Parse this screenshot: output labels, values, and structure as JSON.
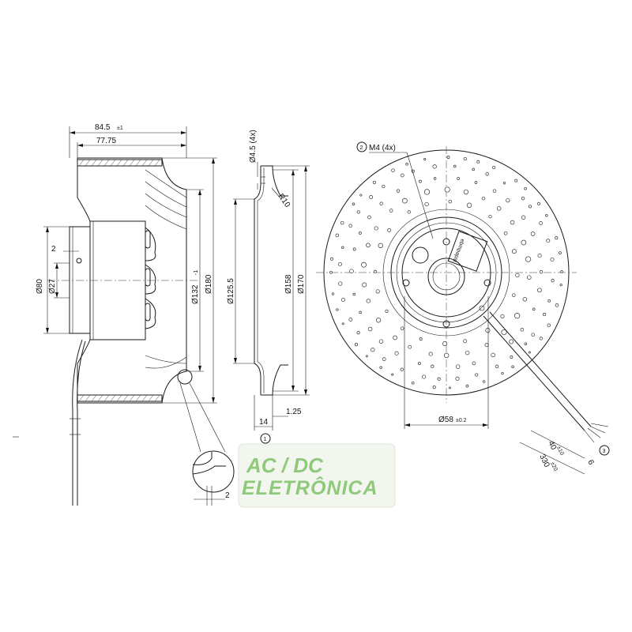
{
  "side_view": {
    "width_total": "84.5",
    "width_total_tol": "±1",
    "width_inner": "77.75",
    "dia_hub_80": "Ø80",
    "dia_hub_27": "Ø27",
    "offset_2": "2",
    "dia_inlet_132": "Ø132",
    "dia_inlet_132_tol": "-1",
    "dia_outer_180": "Ø180"
  },
  "section_view": {
    "hole": "Ø4.5 (4x)",
    "radius": "R10",
    "dia_125": "Ø125.5",
    "dia_158": "Ø158",
    "dia_170": "Ø170",
    "depth_14": "14",
    "thickness_125": "1.25",
    "callout_1": "1"
  },
  "front_view": {
    "callout_2": "2",
    "thread": "M4 (4x)",
    "dia_58": "Ø58",
    "dia_58_tol": "±0.2",
    "lead_40": "40",
    "lead_40_tol": "±10",
    "lead_330": "330",
    "lead_330_tol": "±20",
    "lead_6": "6",
    "callout_3": "3",
    "brand_plate": "ebmpapst"
  },
  "detail": {
    "dim_2": "2"
  },
  "watermark": {
    "line1": "AC / DC",
    "line2": "ELETRÔNICA"
  }
}
